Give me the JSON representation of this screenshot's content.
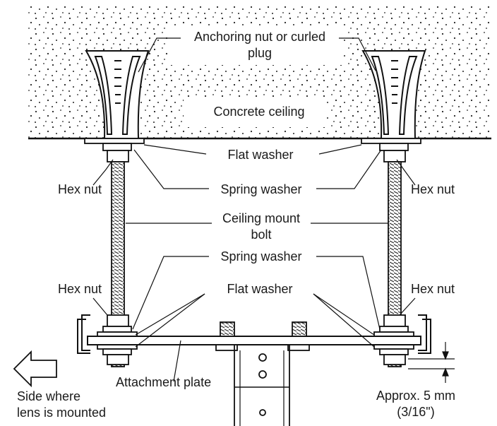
{
  "diagram": {
    "labels": {
      "anchoring_nut_line1": "Anchoring nut or curled",
      "anchoring_nut_line2": "plug",
      "concrete_ceiling": "Concrete ceiling",
      "flat_washer_top": "Flat washer",
      "hex_nut_top_left": "Hex nut",
      "hex_nut_top_right": "Hex nut",
      "spring_washer_top": "Spring washer",
      "ceiling_mount_bolt_line1": "Ceiling mount",
      "ceiling_mount_bolt_line2": "bolt",
      "spring_washer_bottom": "Spring washer",
      "hex_nut_bottom_left": "Hex nut",
      "flat_washer_bottom": "Flat washer",
      "hex_nut_bottom_right": "Hex nut",
      "attachment_plate": "Attachment plate",
      "side_lens_line1": "Side where",
      "side_lens_line2": "lens is mounted",
      "approx_line1": "Approx. 5 mm",
      "approx_line2": "(3/16\")"
    },
    "icons": {
      "direction_arrow": "arrow-left-outline-icon"
    }
  }
}
